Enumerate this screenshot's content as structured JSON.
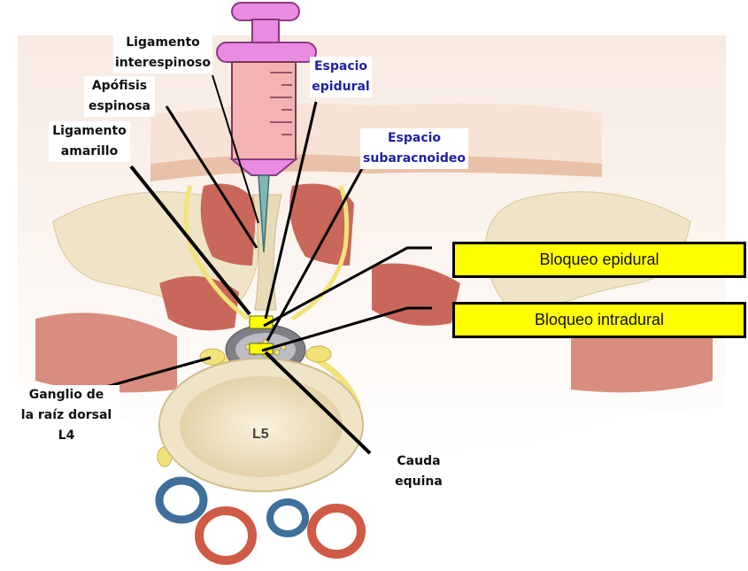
{
  "labels": {
    "ligamento_interespinoso": "Ligamento\ninterespinoso",
    "apofisis_espinosa": "Apófisis\nespinosa",
    "ligamento_amarillo": "Ligamento\namarillo",
    "espacio_epidural": "Espacio\nepidural",
    "espacio_subaracnoideo": "Espacio\nsubaracnoideo",
    "ganglio": "Ganglio de\nla raíz dorsal\nL4",
    "cauda_equina": "Cauda\nequina",
    "vertebra": "L5"
  },
  "boxes": {
    "bloqueo_epidural": "Bloqueo epidural",
    "bloqueo_intradural": "Bloqueo intradural"
  },
  "colors": {
    "box_fill": "#ffff00",
    "blue_label": "#1f1fa8",
    "syringe_pink": "#e98be0",
    "muscle": "#c9685a",
    "bone": "#f4ecd2",
    "nerve": "#f2e27a"
  }
}
